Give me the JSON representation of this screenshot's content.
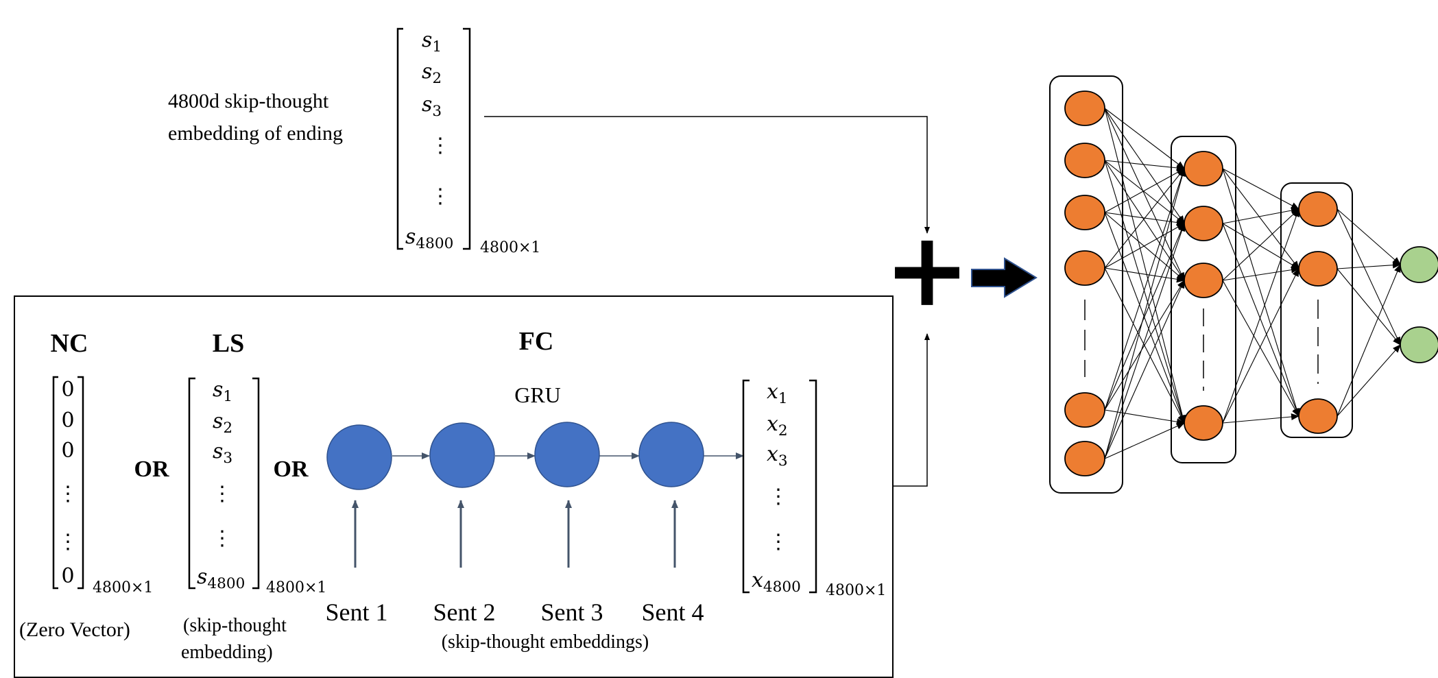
{
  "top": {
    "caption_line1": "4800d skip-thought",
    "caption_line2": "embedding of  ending",
    "vector": {
      "entries": [
        "s1",
        "s2",
        "s3"
      ],
      "last": "s4800",
      "dim": "4800×1"
    }
  },
  "panel": {
    "nc": {
      "heading": "NC",
      "entries": [
        "0",
        "0",
        "0"
      ],
      "last": "0",
      "dim": "4800×1",
      "note": "(Zero Vector)"
    },
    "or_labels": [
      "OR",
      "OR"
    ],
    "ls": {
      "heading": "LS",
      "entries": [
        "s1",
        "s2",
        "s3"
      ],
      "last": "s4800",
      "dim": "4800×1",
      "note_line1": "(skip-thought",
      "note_line2": "embedding)"
    },
    "fc": {
      "heading": "FC",
      "gru_label": "GRU",
      "inputs": [
        "Sent 1",
        "Sent 2",
        "Sent 3",
        "Sent 4"
      ],
      "inputs_note": "(skip-thought embeddings)",
      "output": {
        "entries": [
          "x1",
          "x2",
          "x3"
        ],
        "last": "x4800",
        "dim": "4800×1"
      }
    }
  },
  "operator": "+",
  "colors": {
    "gru_node": "#4472c4",
    "gru_node_stroke": "#2f528f",
    "hidden_node": "#ed7d31",
    "output_node": "#a9d18e",
    "stroke": "#000000",
    "gru_arrow": "#44546a"
  },
  "network": {
    "layers": [
      {
        "visible_nodes": 6,
        "has_ellipsis": true
      },
      {
        "visible_nodes": 4,
        "has_ellipsis": true
      },
      {
        "visible_nodes": 3,
        "has_ellipsis": true
      }
    ],
    "output_nodes": 2
  }
}
